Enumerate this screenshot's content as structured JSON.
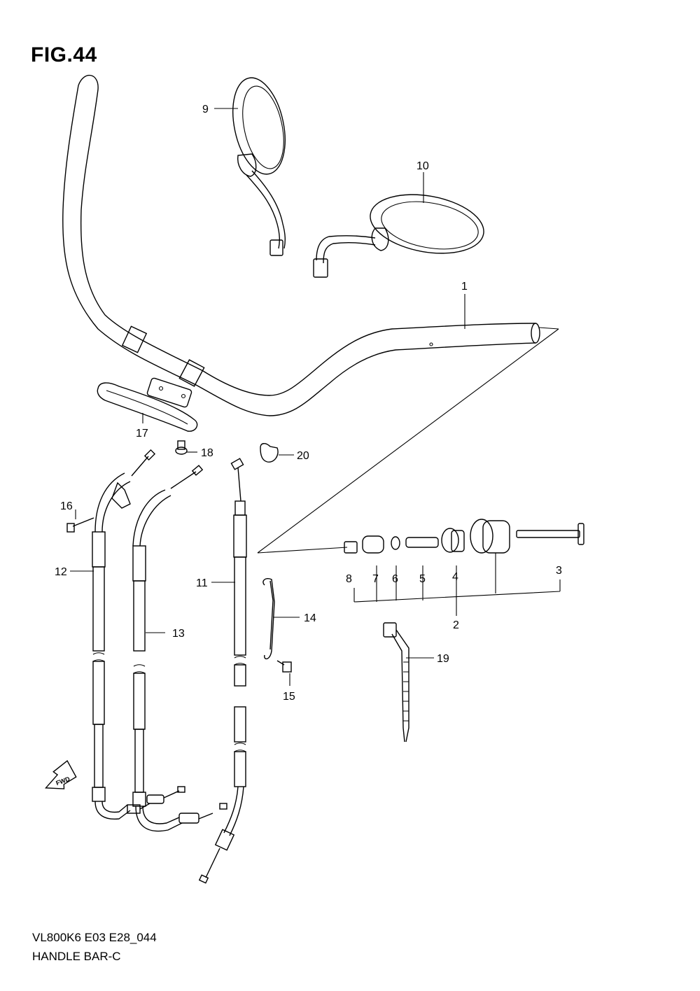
{
  "figure_title": "FIG.44",
  "footer": {
    "model_code": "VL800K6 E03 E28_044",
    "section_name": "HANDLE BAR-C"
  },
  "fwd_badge": "FWD",
  "callouts": [
    "1",
    "2",
    "3",
    "4",
    "5",
    "6",
    "7",
    "8",
    "9",
    "10",
    "11",
    "12",
    "13",
    "14",
    "15",
    "16",
    "17",
    "18",
    "19",
    "20"
  ]
}
